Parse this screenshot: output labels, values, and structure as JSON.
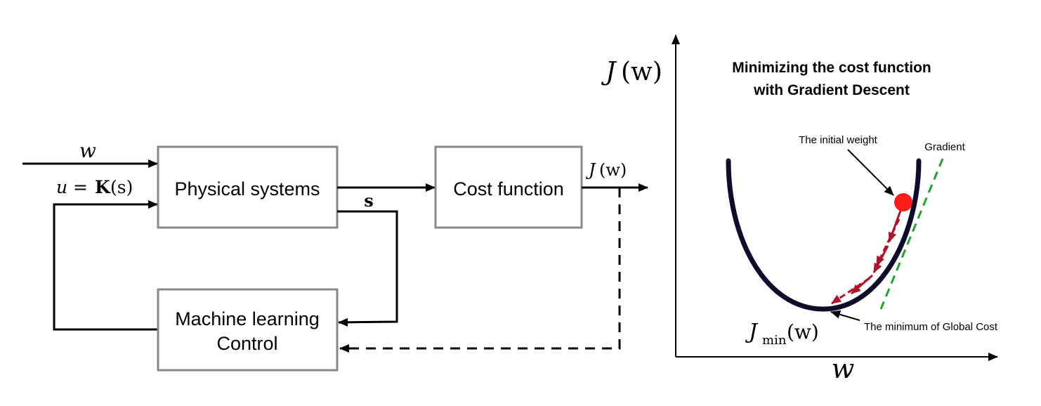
{
  "block_diagram": {
    "input_w": "w",
    "input_u_lhs": "u",
    "input_u_eq": "=",
    "input_u_K": "K",
    "input_u_s": "(s)",
    "box_physical": "Physical systems",
    "box_cost": "Cost function",
    "box_ml_line1": "Machine learning",
    "box_ml_line2": "Control",
    "signal_s": "s",
    "output_J": "J",
    "output_J_arg": "(w)"
  },
  "plot": {
    "title_line1": "Minimizing the cost function",
    "title_line2": "with Gradient Descent",
    "y_axis_J": "J",
    "y_axis_arg": "(w)",
    "x_axis_label": "w",
    "label_initial_weight": "The initial weight",
    "label_gradient": "Gradient",
    "label_minimum": "The minimum of Global Cost",
    "label_jmin_J": "J",
    "label_jmin_sub": "min",
    "label_jmin_arg": "(w)",
    "colors": {
      "curve": "#0d0d2b",
      "initial_point": "#ff1a1a",
      "descent_arrows": "#b0122a",
      "gradient_line": "#1fa32a"
    }
  }
}
